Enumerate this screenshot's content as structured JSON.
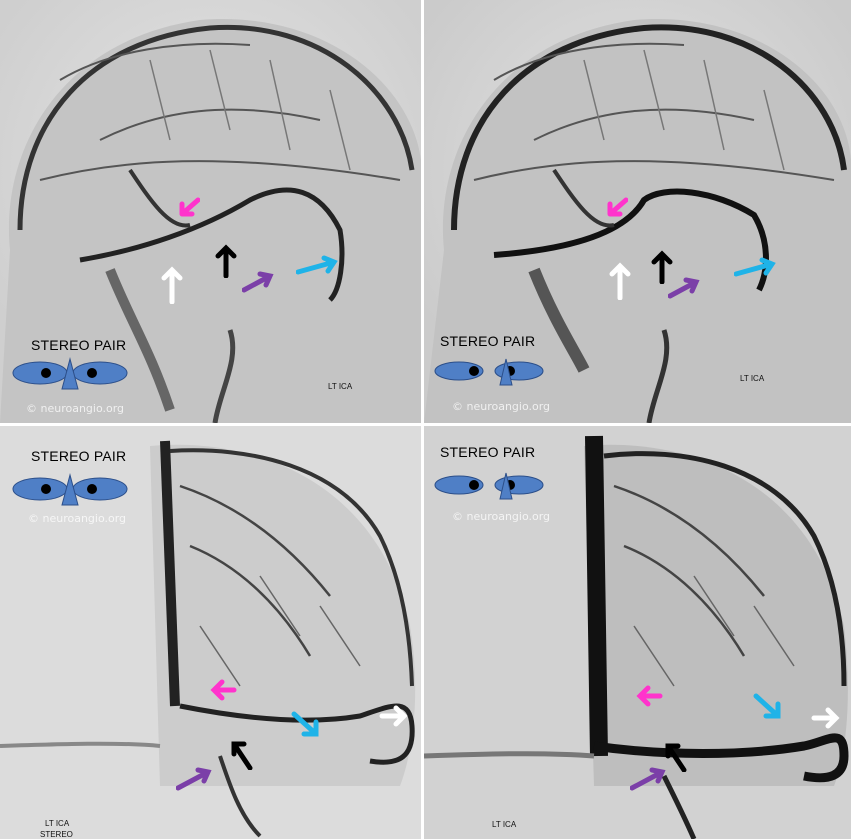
{
  "panels": [
    {
      "stereo_label": "STEREO PAIR",
      "watermark": "© neuroangio.org",
      "view_label": "LT ICA",
      "view_label_2": ""
    },
    {
      "stereo_label": "STEREO PAIR",
      "watermark": "© neuroangio.org",
      "view_label": "LT ICA",
      "view_label_2": ""
    },
    {
      "stereo_label": "STEREO PAIR",
      "watermark": "© neuroangio.org",
      "view_label": "LT ICA",
      "view_label_2": "STEREO"
    },
    {
      "stereo_label": "STEREO PAIR",
      "watermark": "© neuroangio.org",
      "view_label": "LT ICA",
      "view_label_2": ""
    }
  ],
  "colors": {
    "magenta_arrow": "#ff33cc",
    "black_arrow": "#000000",
    "white_arrow": "#ffffff",
    "purple_arrow": "#7b3fa8",
    "cyan_arrow": "#1fb3e8",
    "eye_fill": "#4f7fc6"
  },
  "icons": [
    "stereo-eyes-icon",
    "arrow-icon"
  ]
}
